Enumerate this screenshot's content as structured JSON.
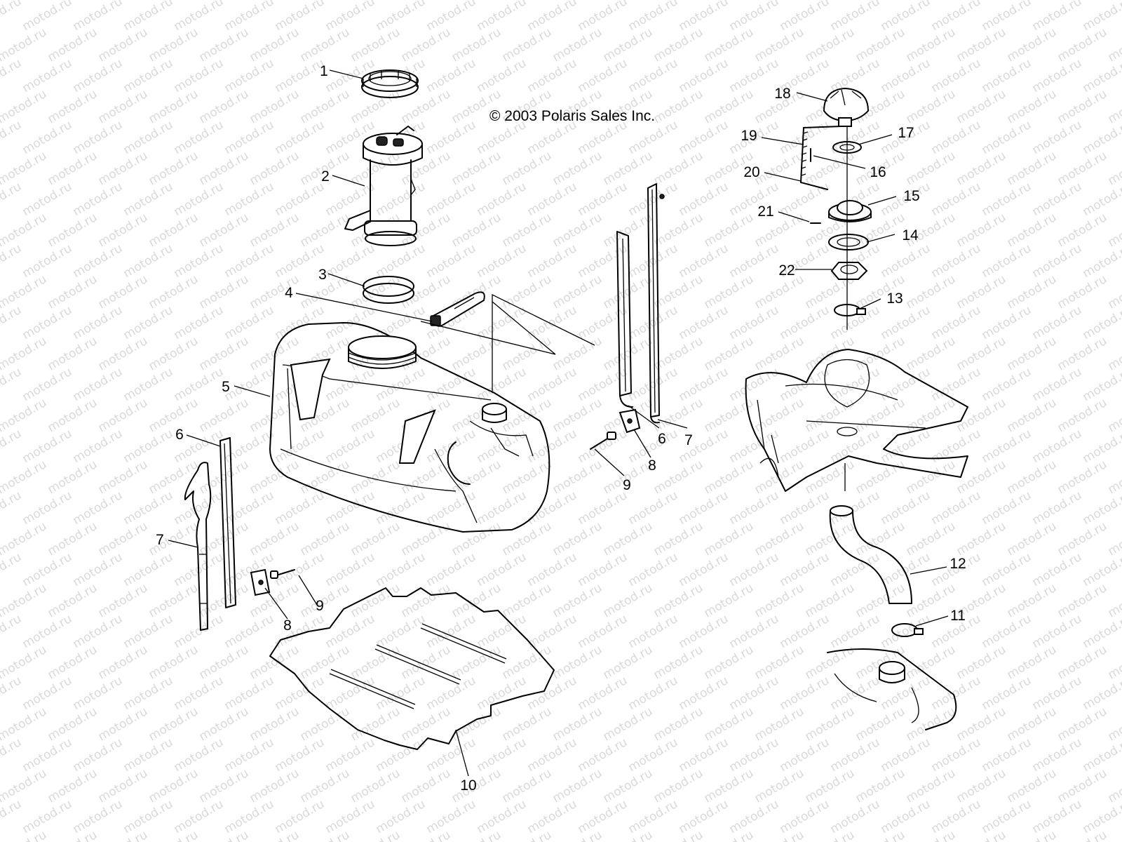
{
  "copyright": "© 2003 Polaris Sales Inc.",
  "watermark": "motod.ru",
  "callouts": [
    {
      "id": "c1",
      "label": "1"
    },
    {
      "id": "c2",
      "label": "2"
    },
    {
      "id": "c3",
      "label": "3"
    },
    {
      "id": "c4",
      "label": "4"
    },
    {
      "id": "c5",
      "label": "5"
    },
    {
      "id": "c6a",
      "label": "6"
    },
    {
      "id": "c6b",
      "label": "6"
    },
    {
      "id": "c7a",
      "label": "7"
    },
    {
      "id": "c7b",
      "label": "7"
    },
    {
      "id": "c8a",
      "label": "8"
    },
    {
      "id": "c8b",
      "label": "8"
    },
    {
      "id": "c9a",
      "label": "9"
    },
    {
      "id": "c9b",
      "label": "9"
    },
    {
      "id": "c10",
      "label": "10"
    },
    {
      "id": "c11",
      "label": "11"
    },
    {
      "id": "c12",
      "label": "12"
    },
    {
      "id": "c13",
      "label": "13"
    },
    {
      "id": "c14",
      "label": "14"
    },
    {
      "id": "c15",
      "label": "15"
    },
    {
      "id": "c16",
      "label": "16"
    },
    {
      "id": "c17",
      "label": "17"
    },
    {
      "id": "c18",
      "label": "18"
    },
    {
      "id": "c19",
      "label": "19"
    },
    {
      "id": "c20",
      "label": "20"
    },
    {
      "id": "c21",
      "label": "21"
    },
    {
      "id": "c22",
      "label": "22"
    }
  ]
}
